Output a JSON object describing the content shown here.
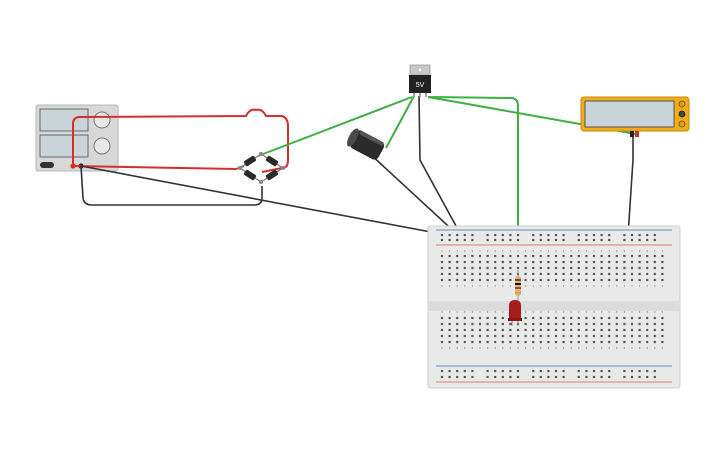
{
  "regulator": {
    "label": "5V"
  },
  "colors": {
    "wire_red": "#d62d2d",
    "wire_green": "#3cb043",
    "wire_black": "#333333",
    "breadboard": "#e9e9e9",
    "rail_red": "#d9534f",
    "rail_blue": "#3a6fb0",
    "multimeter_body": "#f0ad19",
    "multimeter_screen": "#c9d4d8",
    "power_supply_body": "#d8d8d8",
    "led": "#a51c1c",
    "capacitor": "#2b2b2b"
  },
  "components": [
    {
      "name": "power-supply",
      "icon": "power-supply-icon"
    },
    {
      "name": "bridge-rectifier",
      "icon": "diode-bridge-icon"
    },
    {
      "name": "capacitor",
      "icon": "electrolytic-capacitor-icon"
    },
    {
      "name": "voltage-regulator",
      "icon": "regulator-icon"
    },
    {
      "name": "multimeter",
      "icon": "multimeter-icon"
    },
    {
      "name": "breadboard",
      "icon": "breadboard-icon"
    },
    {
      "name": "resistor",
      "icon": "resistor-icon"
    },
    {
      "name": "led",
      "icon": "led-icon"
    }
  ]
}
